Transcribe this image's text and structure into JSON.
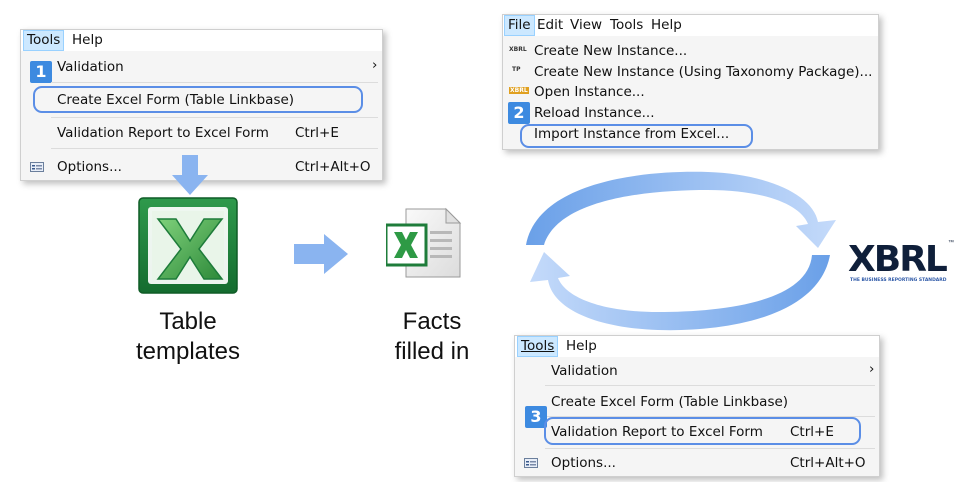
{
  "menu1": {
    "bar": [
      "Tools",
      "Help"
    ],
    "items": [
      {
        "label": "Validation",
        "shortcut": "",
        "submenu": "›"
      },
      {
        "label": "Create Excel Form (Table Linkbase)",
        "shortcut": ""
      },
      {
        "label": "Validation Report to Excel Form",
        "shortcut": "Ctrl+E"
      },
      {
        "label": "Options...",
        "shortcut": "Ctrl+Alt+O"
      }
    ],
    "badge": "1"
  },
  "menu2": {
    "bar": [
      "File",
      "Edit",
      "View",
      "Tools",
      "Help"
    ],
    "items": [
      {
        "label": "Create New Instance...",
        "icon": "XBRL"
      },
      {
        "label": "Create New Instance (Using Taxonomy Package)...",
        "icon": "TP"
      },
      {
        "label": "Open Instance...",
        "icon": "XBRL"
      },
      {
        "label": "Reload Instance..."
      },
      {
        "label": "Import Instance from Excel..."
      }
    ],
    "badge": "2"
  },
  "menu3": {
    "bar": [
      "Tools",
      "Help"
    ],
    "items": [
      {
        "label": "Validation",
        "shortcut": "",
        "submenu": "›"
      },
      {
        "label": "Create Excel Form (Table Linkbase)",
        "shortcut": ""
      },
      {
        "label": "Validation Report to Excel Form",
        "shortcut": "Ctrl+E"
      },
      {
        "label": "Options...",
        "shortcut": "Ctrl+Alt+O"
      }
    ],
    "badge": "3"
  },
  "captions": {
    "templates": [
      "Table",
      "templates"
    ],
    "facts": [
      "Facts",
      "filled in"
    ]
  },
  "xbrl_logo": {
    "text": "XBRL",
    "tm": "™",
    "tagline": "THE BUSINESS REPORTING STANDARD"
  },
  "colors": {
    "badge": "#3d8ae0",
    "highlight": "#5b8ee6",
    "arrow": "#8ab4f0",
    "excel_green": "#1e7c3a"
  }
}
